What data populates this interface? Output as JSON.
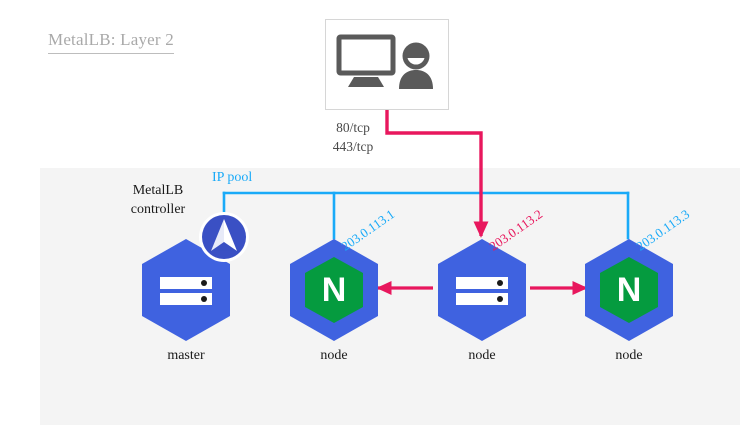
{
  "title": "MetalLB: Layer 2",
  "colors": {
    "panel_bg": "#f4f4f4",
    "page_bg": "#ffffff",
    "title_gray": "#a9a9a9",
    "cyan": "#19aaf8",
    "red": "#e8175d",
    "hex_blue": "#3f62e0",
    "inner_green": "#059b3f",
    "controller_blue": "#3a50c4",
    "icon_gray": "#5a5a5a",
    "box_border": "#d6d6d6",
    "text_dark": "#1a1a1a"
  },
  "client": {
    "icon_name": "desktop-user-icon",
    "ports": {
      "http": "80/tcp",
      "https": "443/tcp"
    }
  },
  "ip_pool": {
    "label": "IP pool"
  },
  "controller": {
    "label_line1": "MetalLB",
    "label_line2": "controller",
    "icon_name": "metallb-logo-icon"
  },
  "nodes": [
    {
      "caption": "master",
      "kind": "master",
      "icon_name": "server-rack-icon",
      "ip": null,
      "ip_color": null
    },
    {
      "caption": "node",
      "kind": "worker",
      "icon_name": "nginx-n-icon",
      "ip": "203.0.113.1",
      "ip_color": "cyan"
    },
    {
      "caption": "node",
      "kind": "speaker",
      "icon_name": "server-rack-icon",
      "ip": "203.0.113.2",
      "ip_color": "red"
    },
    {
      "caption": "node",
      "kind": "worker",
      "icon_name": "nginx-n-icon",
      "ip": "203.0.113.3",
      "ip_color": "cyan"
    }
  ]
}
